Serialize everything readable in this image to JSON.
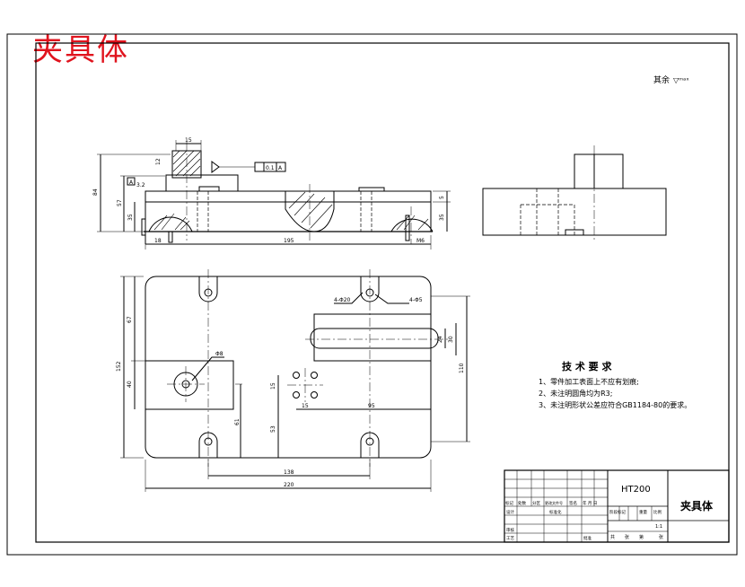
{
  "watermark_title": "夹具体",
  "surface_note": "其余",
  "tech_requirements": {
    "heading": "技 术 要 求",
    "items": [
      "1、零件加工表面上不应有划痕;",
      "2、未注明圆角均为R3;",
      "3、未注明形状公差应符合GB1184-80的要求。"
    ]
  },
  "front_view_dims": {
    "height_total": "84",
    "height_left": "57",
    "height_lower": "35",
    "top_block": "15",
    "tol_box": "3.2",
    "right_upper": "5",
    "right_lower": "35",
    "mid_label": "12",
    "bottom_left": "18",
    "overall_length": "195",
    "bottom_right": "M6",
    "gdt_ref": "A",
    "gdt_value": "0.1",
    "gdt_datum": "A"
  },
  "plan_view_dims": {
    "hole_label_a": "4-Φ20",
    "hole_label_b": "4-Φ5",
    "height_upper": "67",
    "height_total": "152",
    "height_mid": "40",
    "height_lower": "61",
    "slot_width_a": "24",
    "slot_width_b": "30",
    "right_total": "110",
    "small_a": "15",
    "small_b": "15",
    "small_c": "53",
    "center_hole": "Φ8",
    "horizontal_mid": "95",
    "bottom_inner": "138",
    "bottom_total": "220"
  },
  "title_block": {
    "material": "HT200",
    "part_name": "夹具体",
    "scale": "1:1",
    "row_labels": [
      "标记",
      "处数",
      "分区",
      "更改文件号",
      "签名",
      "年 月 日"
    ],
    "left_labels": [
      "设计",
      "审核",
      "工艺"
    ],
    "mid_labels": [
      "标准化",
      "批准"
    ],
    "stage_labels": [
      "阶段标记",
      "重量",
      "比例"
    ],
    "sheet_labels": [
      "共",
      "张",
      "第",
      "张"
    ]
  }
}
